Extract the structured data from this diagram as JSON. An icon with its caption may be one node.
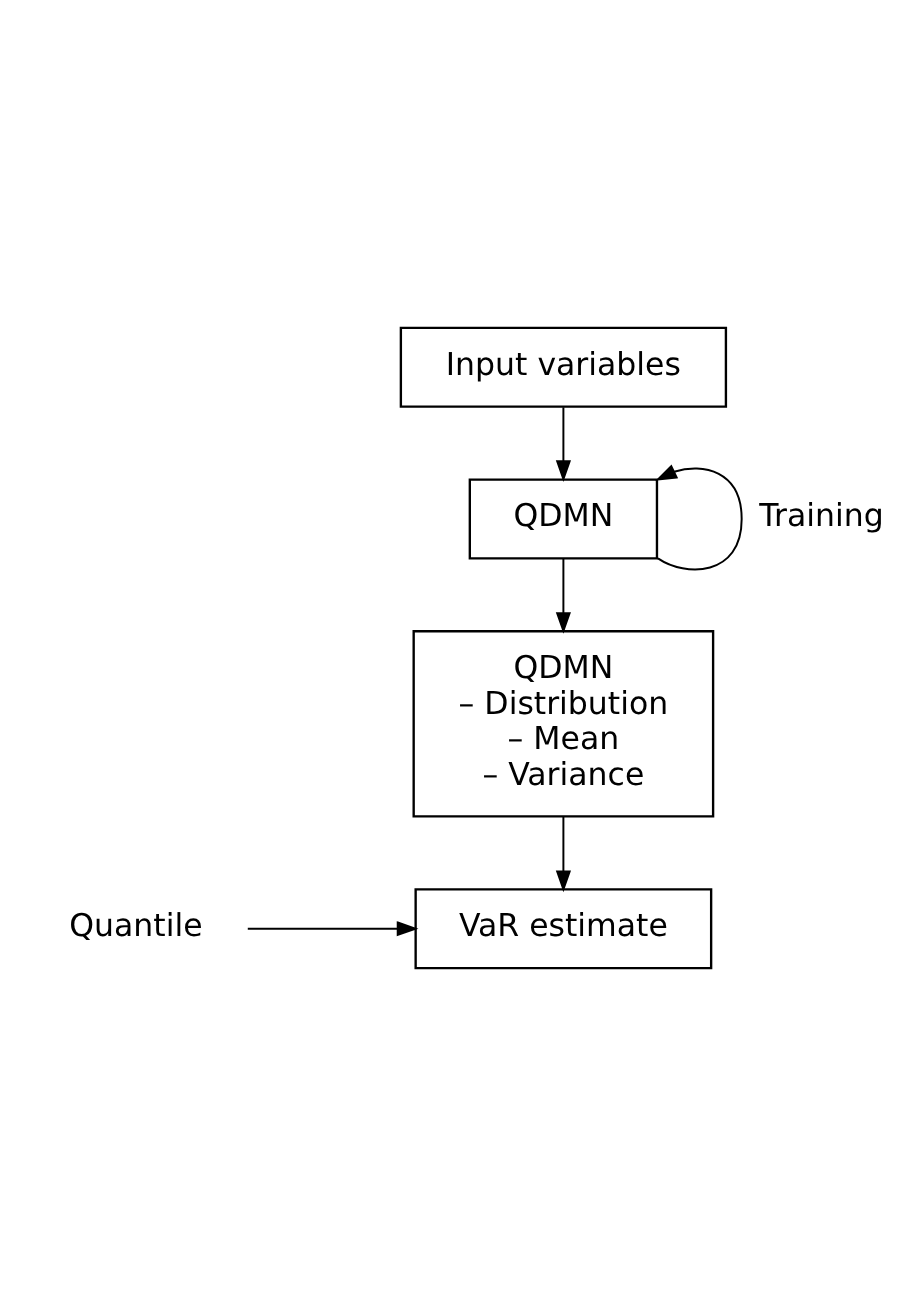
{
  "diagram": {
    "nodes": [
      {
        "text": [
          "Input variables"
        ]
      },
      {
        "text": [
          "QDMN"
        ]
      },
      {
        "text": [
          "QDMN",
          "– Distribution",
          "– Mean",
          "– Variance"
        ]
      },
      {
        "text": [
          "VaR estimate"
        ]
      },
      {
        "text": [
          "Quantile"
        ]
      }
    ],
    "edges": [
      {
        "from": 0,
        "to": 1,
        "arrow": "to"
      },
      {
        "from": 1,
        "to": 1,
        "arrow": "to",
        "label": "Training"
      },
      {
        "from": 1,
        "to": 2,
        "arrow": "to"
      },
      {
        "from": 2,
        "to": 3,
        "arrow": "to"
      },
      {
        "from": 4,
        "to": 3,
        "arrow": "to"
      }
    ]
  }
}
